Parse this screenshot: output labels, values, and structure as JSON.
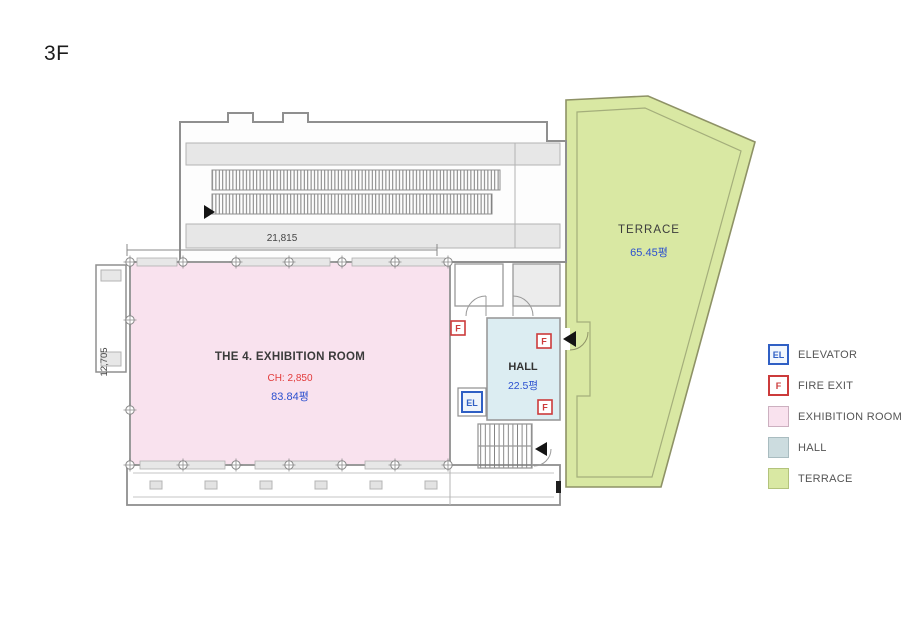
{
  "page": {
    "title": "3F"
  },
  "rooms": {
    "exhibition": {
      "name": "THE 4. EXHIBITION ROOM",
      "ceiling_height": "CH: 2,850",
      "area": "83.84평"
    },
    "hall": {
      "name": "HALL",
      "area": "22.5평"
    },
    "terrace": {
      "name": "TERRACE",
      "area": "65.45평"
    }
  },
  "dimensions": {
    "width": "21,815",
    "height": "12,705"
  },
  "icons": {
    "elevator": "EL",
    "fire_exit": "F"
  },
  "legend": [
    {
      "id": "elevator",
      "label": "ELEVATOR"
    },
    {
      "id": "fire-exit",
      "label": "FIRE EXIT"
    },
    {
      "id": "exhibition-room",
      "label": "EXHIBITION ROOM"
    },
    {
      "id": "hall",
      "label": "HALL"
    },
    {
      "id": "terrace",
      "label": "TERRACE"
    }
  ],
  "colors": {
    "exhibition_fill": "#f9e2ee",
    "hall_fill": "#dcedf2",
    "terrace_fill": "#d9e8a3",
    "elevator_accent": "#2f5fc4",
    "fire_exit_accent": "#cc3b3b",
    "area_text": "#2b50cf",
    "ceiling_text": "#e23b3b",
    "wall": "#8f8f8f"
  }
}
